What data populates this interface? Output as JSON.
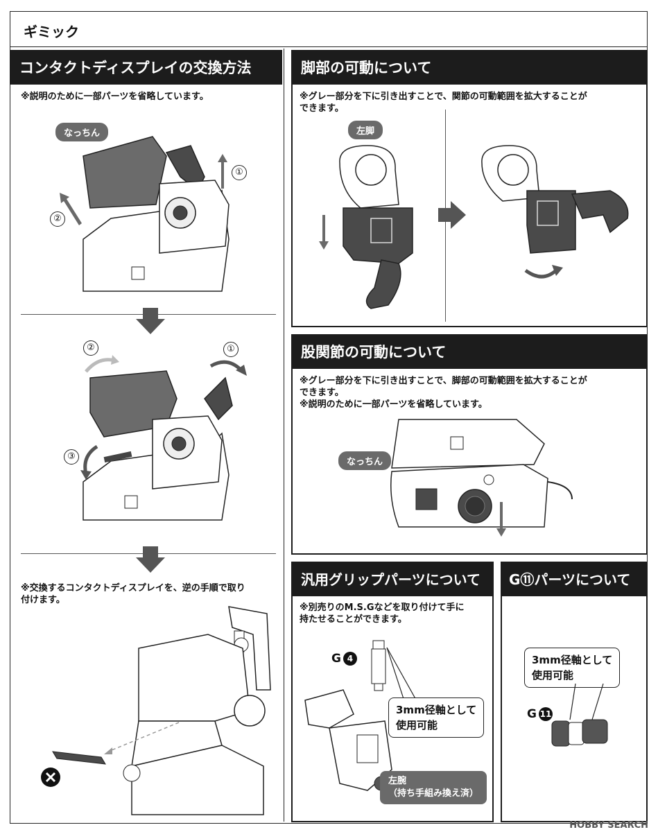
{
  "page_title": "ギミック",
  "contact": {
    "title": "コンタクトディスプレイの交換方法",
    "note": "※説明のために一部パーツを省略しています。",
    "badge": "なっちん",
    "step1": "①",
    "step2": "②",
    "step3": "③",
    "note2": "※交換するコンタクトディスプレイを、逆の手順で取り\n  付けます。"
  },
  "leg": {
    "title": "脚部の可動について",
    "note": "※グレー部分を下に引き出すことで、関節の可動範囲を拡大することが\n  できます。",
    "badge": "左脚"
  },
  "hip": {
    "title": "股関節の可動について",
    "note": "※グレー部分を下に引き出すことで、脚部の可動範囲を拡大することが\n  できます。\n※説明のために一部パーツを省略しています。",
    "badge": "なっちん"
  },
  "grip": {
    "title": "汎用グリップパーツについて",
    "note": "※別売りのM.S.Gなどを取り付けて手に\n  持たせることができます。",
    "part_label": "G",
    "part_num": "4",
    "callout": "3mm径軸として\n使用可能",
    "badge": "左腕\n（持ち手組み換え済）"
  },
  "g11": {
    "title": "G⑪パーツについて",
    "callout": "3mm径軸として\n使用可能",
    "part_label": "G",
    "part_num": "11"
  },
  "watermark": "HOBBY SEARCH",
  "colors": {
    "dark": "#1c1c1c",
    "gray": "#6a6a6a",
    "part_gray": "#4a4a4a",
    "light_gray": "#cfcfcf"
  }
}
